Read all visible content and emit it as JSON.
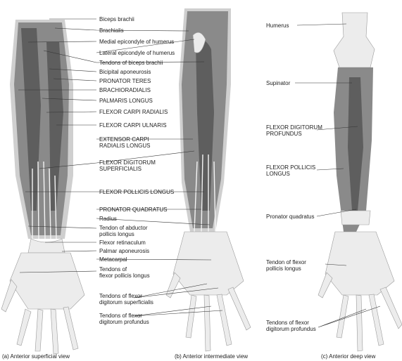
{
  "labels_a_b": [
    "Biceps brachii",
    "Brachialis",
    "Medial epicondyle of humerus",
    "Lateral epicondyle of humerus",
    "Tendons of biceps brachii",
    "Bicipital aponeurosis",
    "PRONATOR TERES",
    "BRACHIORADIALIS",
    "PALMARIS LONGUS",
    "FLEXOR CARPI RADIALIS",
    "FLEXOR CARPI ULNARIS",
    "EXTENSOR CARPI",
    "RADIALIS LONGUS",
    "FLEXOR DIGITORUM",
    "SUPERFICIALIS",
    "FLEXOR POLLICIS LONGUS",
    "PRONATOR QUADRATUS",
    "Radius",
    "Tendon of abductor",
    "pollicis longus",
    "Flexor retinaculum",
    "Palmar aponeurosis",
    "Metacarpal",
    "Tendons of",
    "flexor pollicis longus",
    "Tendons of flexor",
    "digitorum superficialis",
    "Tendons of flexor",
    "digitorum profundus"
  ],
  "labels_c": [
    "Humerus",
    "Supinator",
    "FLEXOR DIGITORUM",
    "PROFUNDUS",
    "FLEXOR POLLICIS",
    "LONGUS",
    "Pronator quadratus",
    "Tendon of flexor",
    "pollicis longus",
    "Tendons of flexor",
    "digitorum profundus"
  ],
  "captions": {
    "a": "(a) Anterior superficial view",
    "b": "(b) Anterior intermediate view",
    "c": "(c) Anterior deep view"
  },
  "colors": {
    "muscle": "#8a8a8a",
    "bone": "#ececec",
    "text": "#222222"
  }
}
